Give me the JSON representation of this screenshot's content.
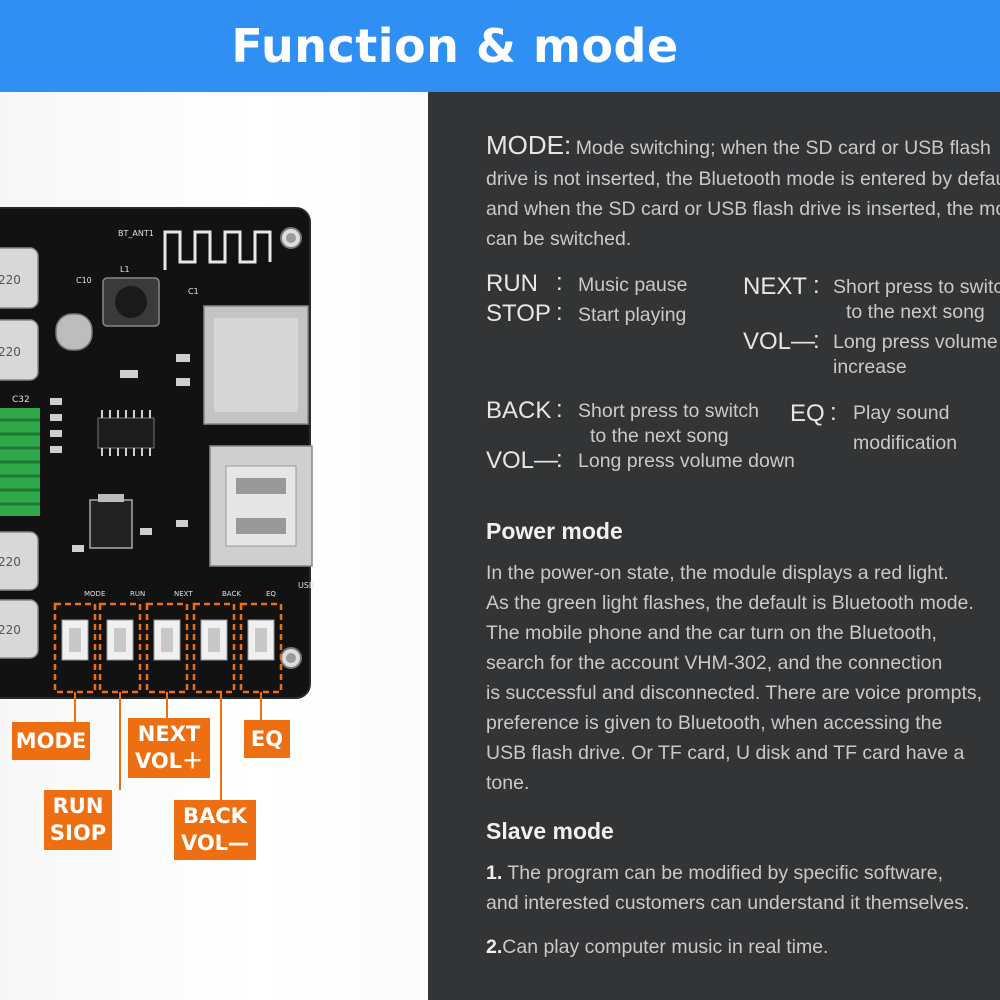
{
  "banner": {
    "title": "Function & mode"
  },
  "mode": {
    "keyword": "MODE:",
    "lines": [
      "Mode switching; when the SD card or USB flash",
      "drive is not inserted, the Bluetooth mode is entered by default,",
      "and when the SD card or USB flash drive is inserted, the mode",
      "can be switched."
    ]
  },
  "buttons": {
    "run": {
      "key": "RUN",
      "sep": ":",
      "desc": "Music pause"
    },
    "stop": {
      "key": "STOP",
      "sep": ":",
      "desc": "Start playing"
    },
    "next": {
      "key": "NEXT",
      "sep": ":",
      "desc1": "Short press to switch",
      "desc2": "to the next song"
    },
    "volplus": {
      "key": "VOL—",
      "sep": ":",
      "desc1": "Long press volume",
      "desc2": "increase"
    },
    "back": {
      "key": "BACK",
      "sep": ":",
      "desc1": "Short press to switch",
      "desc2": "to the next song"
    },
    "eq": {
      "key": "EQ",
      "sep": ":",
      "desc1": "Play sound",
      "desc2": "modification"
    },
    "volminus": {
      "key": "VOL—",
      "sep": ":",
      "desc": "Long press volume down"
    }
  },
  "power": {
    "heading": "Power mode",
    "lines": [
      "In the power-on state, the module displays a red light.",
      "As the green light flashes, the default is Bluetooth mode.",
      "The mobile phone and the car turn on the Bluetooth,",
      "search for the account VHM-302, and the connection",
      "is successful and disconnected. There are voice prompts,",
      "preference is given to Bluetooth, when accessing the",
      "USB flash drive. Or TF card, U disk and TF card have a",
      "tone."
    ]
  },
  "slave": {
    "heading": "Slave mode",
    "item1_num": "1.",
    "item1_line1": "The program can be modified by specific software,",
    "item1_line2": "and interested customers can understand it themselves.",
    "item2_num": "2.",
    "item2_text": "Can play computer music in real time."
  },
  "labels": {
    "mode": "MODE",
    "run1": "RUN",
    "run2": "SIOP",
    "next1": "NEXT",
    "next2": "VOL＋",
    "back1": "BACK",
    "back2": "VOL—",
    "eq": "EQ"
  },
  "board": {
    "bt_ant": "BT_ANT1",
    "cap_text": "220",
    "c32": "C32",
    "l1": "L1",
    "c10": "C10",
    "c1": "C1",
    "tags": [
      "MODE",
      "RUN",
      "NEXT",
      "BACK",
      "EQ"
    ],
    "usb": "USB"
  },
  "colors": {
    "banner": "#2f8ff2",
    "dark": "#333436",
    "accent": "#ee6e12"
  }
}
